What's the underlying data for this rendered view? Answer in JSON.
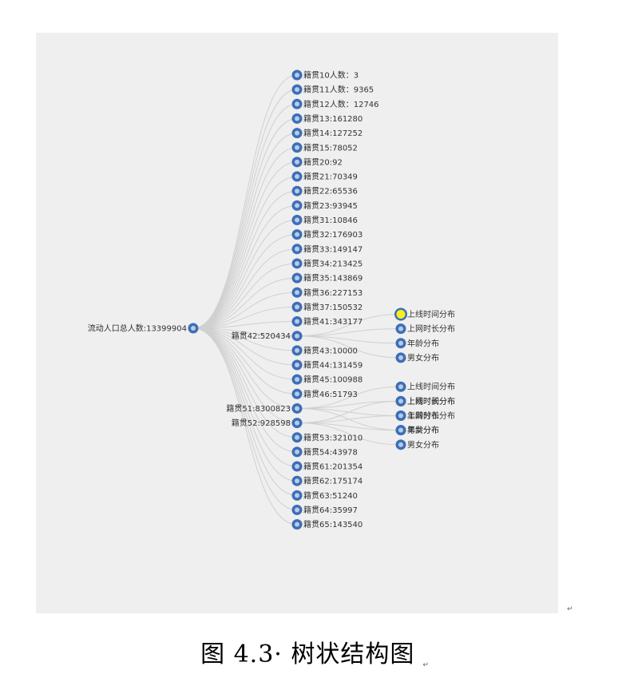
{
  "colors": {
    "panel_bg": "#efefef",
    "link": "#d0d0d0",
    "node_fill": "#3d6fb6",
    "node_inner": "#b8cce8",
    "highlight": "#f7f01a"
  },
  "tree": {
    "root": {
      "label": "流动人口总人数:13399904"
    },
    "children": [
      {
        "label": "籍贯10人数：3"
      },
      {
        "label": "籍贯11人数：9365"
      },
      {
        "label": "籍贯12人数：12746"
      },
      {
        "label": "籍贯13:161280"
      },
      {
        "label": "籍贯14:127252"
      },
      {
        "label": "籍贯15:78052"
      },
      {
        "label": "籍贯20:92"
      },
      {
        "label": "籍贯21:70349"
      },
      {
        "label": "籍贯22:65536"
      },
      {
        "label": "籍贯23:93945"
      },
      {
        "label": "籍贯31:10846"
      },
      {
        "label": "籍贯32:176903"
      },
      {
        "label": "籍贯33:149147"
      },
      {
        "label": "籍贯34:213425"
      },
      {
        "label": "籍贯35:143869"
      },
      {
        "label": "籍贯36:227153"
      },
      {
        "label": "籍贯37:150532"
      },
      {
        "label": "籍贯41:343177"
      },
      {
        "label": "籍贯42:520434",
        "expanded": true,
        "children": [
          {
            "label": "上线时间分布",
            "highlighted": true
          },
          {
            "label": "上网时长分布"
          },
          {
            "label": "年龄分布"
          },
          {
            "label": "男女分布"
          }
        ]
      },
      {
        "label": "籍贯43:10000"
      },
      {
        "label": "籍贯44:131459"
      },
      {
        "label": "籍贯45:100988"
      },
      {
        "label": "籍贯46:51793"
      },
      {
        "label": "籍贯51:8300823",
        "expanded": true,
        "children": [
          {
            "label": "上线时间分布"
          },
          {
            "label": "上网时长分布"
          },
          {
            "label": "年龄分布"
          },
          {
            "label": "男女分布"
          }
        ]
      },
      {
        "label": "籍贯52:928598",
        "expanded": true,
        "children": [
          {
            "label": "上线时间分布"
          },
          {
            "label": "上网时长分布"
          },
          {
            "label": "年龄分布"
          },
          {
            "label": "男女分布"
          }
        ]
      },
      {
        "label": "籍贯53:321010"
      },
      {
        "label": "籍贯54:43978"
      },
      {
        "label": "籍贯61:201354"
      },
      {
        "label": "籍贯62:175174"
      },
      {
        "label": "籍贯63:51240"
      },
      {
        "label": "籍贯64:35997"
      },
      {
        "label": "籍贯65:143540"
      }
    ]
  },
  "caption": "图 4.3· 树状结构图",
  "para_mark": "↵"
}
